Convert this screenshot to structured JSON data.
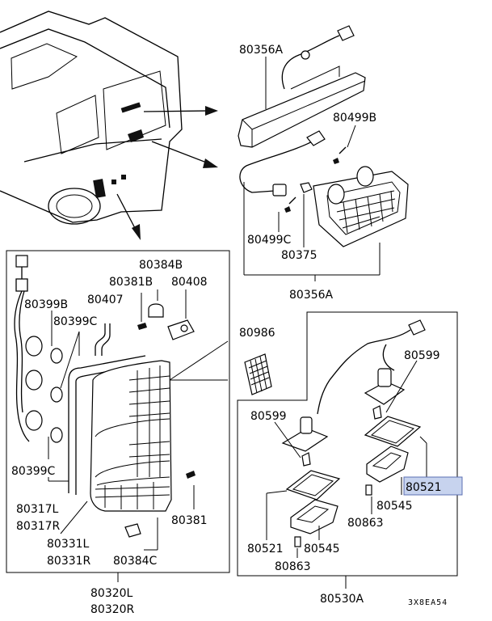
{
  "labels": {
    "high_mount_lamp_top": "80356A",
    "screw_top_right": "80499B",
    "screw_left": "80499C",
    "bulb_small": "80375",
    "high_mount_lamp_bottom": "80356A",
    "retainer_B": "80384B",
    "retainer_right": "80408",
    "clip_381B": "80381B",
    "seal_407": "80407",
    "bulb_399B": "80399B",
    "bulb_399C_upper": "80399C",
    "bulb_399C_lower": "80399C",
    "gasket_L": "80317L",
    "gasket_R": "80317R",
    "lens_L": "80331L",
    "lens_R": "80331R",
    "clip_384C": "80384C",
    "screw_381": "80381",
    "tail_lamp_L": "80320L",
    "tail_lamp_R": "80320R",
    "reflector_pad": "80986",
    "socket_599_right": "80599",
    "socket_599_left": "80599",
    "gasket_521_highlight": "80521",
    "lens_545_right": "80545",
    "screw_863_right": "80863",
    "gasket_521_left": "80521",
    "lens_545_left": "80545",
    "screw_863_bottom": "80863",
    "license_lamp": "80530A",
    "diagram_code": "3X8EA54"
  },
  "highlight_color": "#c7d3ee"
}
